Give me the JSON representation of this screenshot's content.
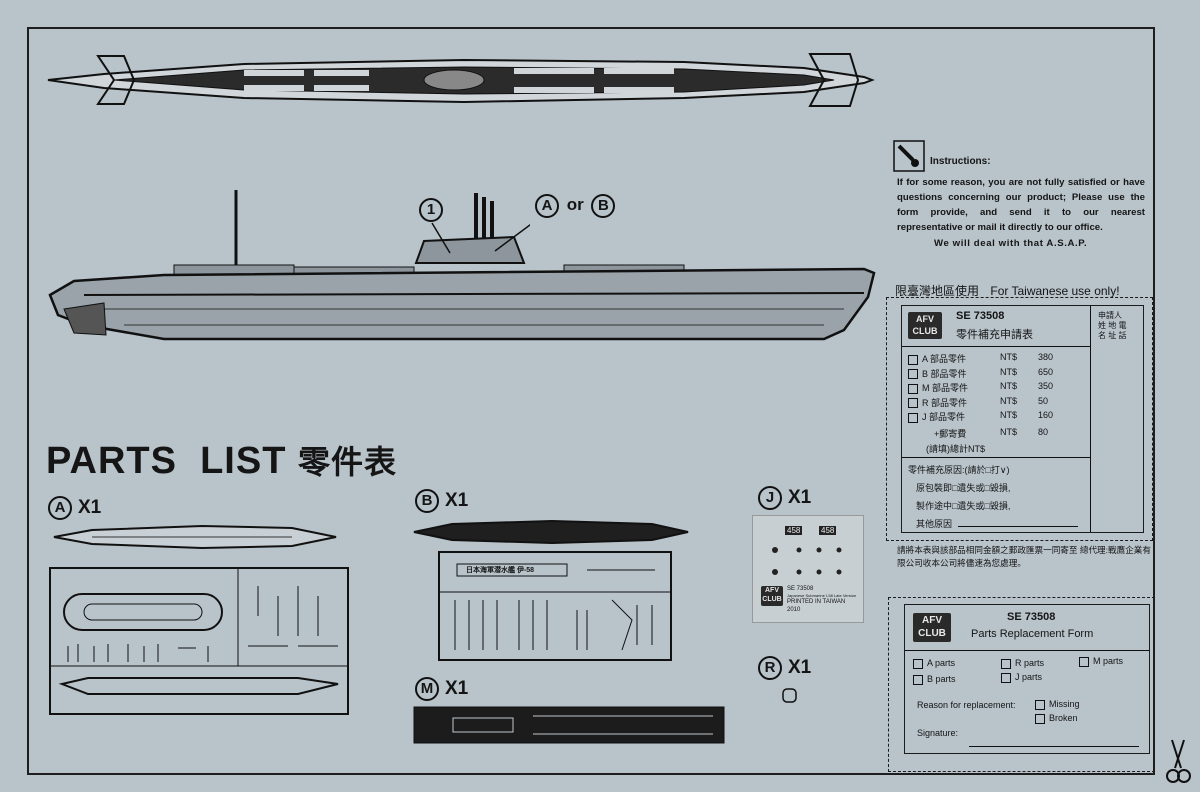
{
  "callouts": {
    "one": "1",
    "a": "A",
    "or": "or",
    "b": "B"
  },
  "parts_list": {
    "title": "PARTS  LIST",
    "title_zh": "零件表"
  },
  "sprues": {
    "a": {
      "letter": "A",
      "qty": "X1"
    },
    "b": {
      "letter": "B",
      "qty": "X1"
    },
    "m": {
      "letter": "M",
      "qty": "X1"
    },
    "j": {
      "letter": "J",
      "qty": "X1"
    },
    "r": {
      "letter": "R",
      "qty": "X1"
    }
  },
  "sprue_b_nameplate": "日本海軍潜水艦 伊-58",
  "decal": {
    "labels": [
      "458",
      "458"
    ],
    "code": "SE 73508",
    "desc": "Japanese Submarine I-58 Late Version",
    "printed": "PRINTED IN TAIWAN",
    "year": "2010"
  },
  "instructions": {
    "title": "Instructions:",
    "body": "If for some reason, you are not fully satisfied or have questions concerning our product; Please use the form provide, and send it to our nearest representative or mail it directly to our office.",
    "closing": "We will deal with that A.S.A.P."
  },
  "taiwan_header": {
    "zh": "限臺灣地區使用",
    "en": "For Taiwanese use only!"
  },
  "zh_form": {
    "logo": "AFV CLUB",
    "code": "SE 73508",
    "title": "零件補充申請表",
    "applicant": [
      "申請人",
      "姓 地 電",
      "名 址 話"
    ],
    "parts": [
      {
        "name": "A 部品零件",
        "cur": "NT$",
        "price": "380"
      },
      {
        "name": "B 部品零件",
        "cur": "NT$",
        "price": "650"
      },
      {
        "name": "M 部品零件",
        "cur": "NT$",
        "price": "350"
      },
      {
        "name": "R 部品零件",
        "cur": "NT$",
        "price": "50"
      },
      {
        "name": "J 部品零件",
        "cur": "NT$",
        "price": "160"
      }
    ],
    "postage": {
      "name": "+郵寄費",
      "cur": "NT$",
      "price": "80"
    },
    "total": "(請填)總計NT$",
    "reason_title": "零件補充原因:(請於□打∨)",
    "reasons": [
      "原包裝即□遺失或□毀損,",
      "製作途中□遺失或□毀損,",
      "其他原因"
    ],
    "note": "請將本表與該部品相同金額之郵政匯票一同寄至 總代理:戰鷹企業有限公司收本公司將儘速為您處理。"
  },
  "en_form": {
    "logo": "AFV CLUB",
    "code": "SE 73508",
    "title": "Parts Replacement Form",
    "parts": [
      "A  parts",
      "R  parts",
      "M  parts",
      "B  parts",
      "J  parts"
    ],
    "reason_label": "Reason for replacement:",
    "reasons": [
      "Missing",
      "Broken"
    ],
    "signature": "Signature:"
  }
}
